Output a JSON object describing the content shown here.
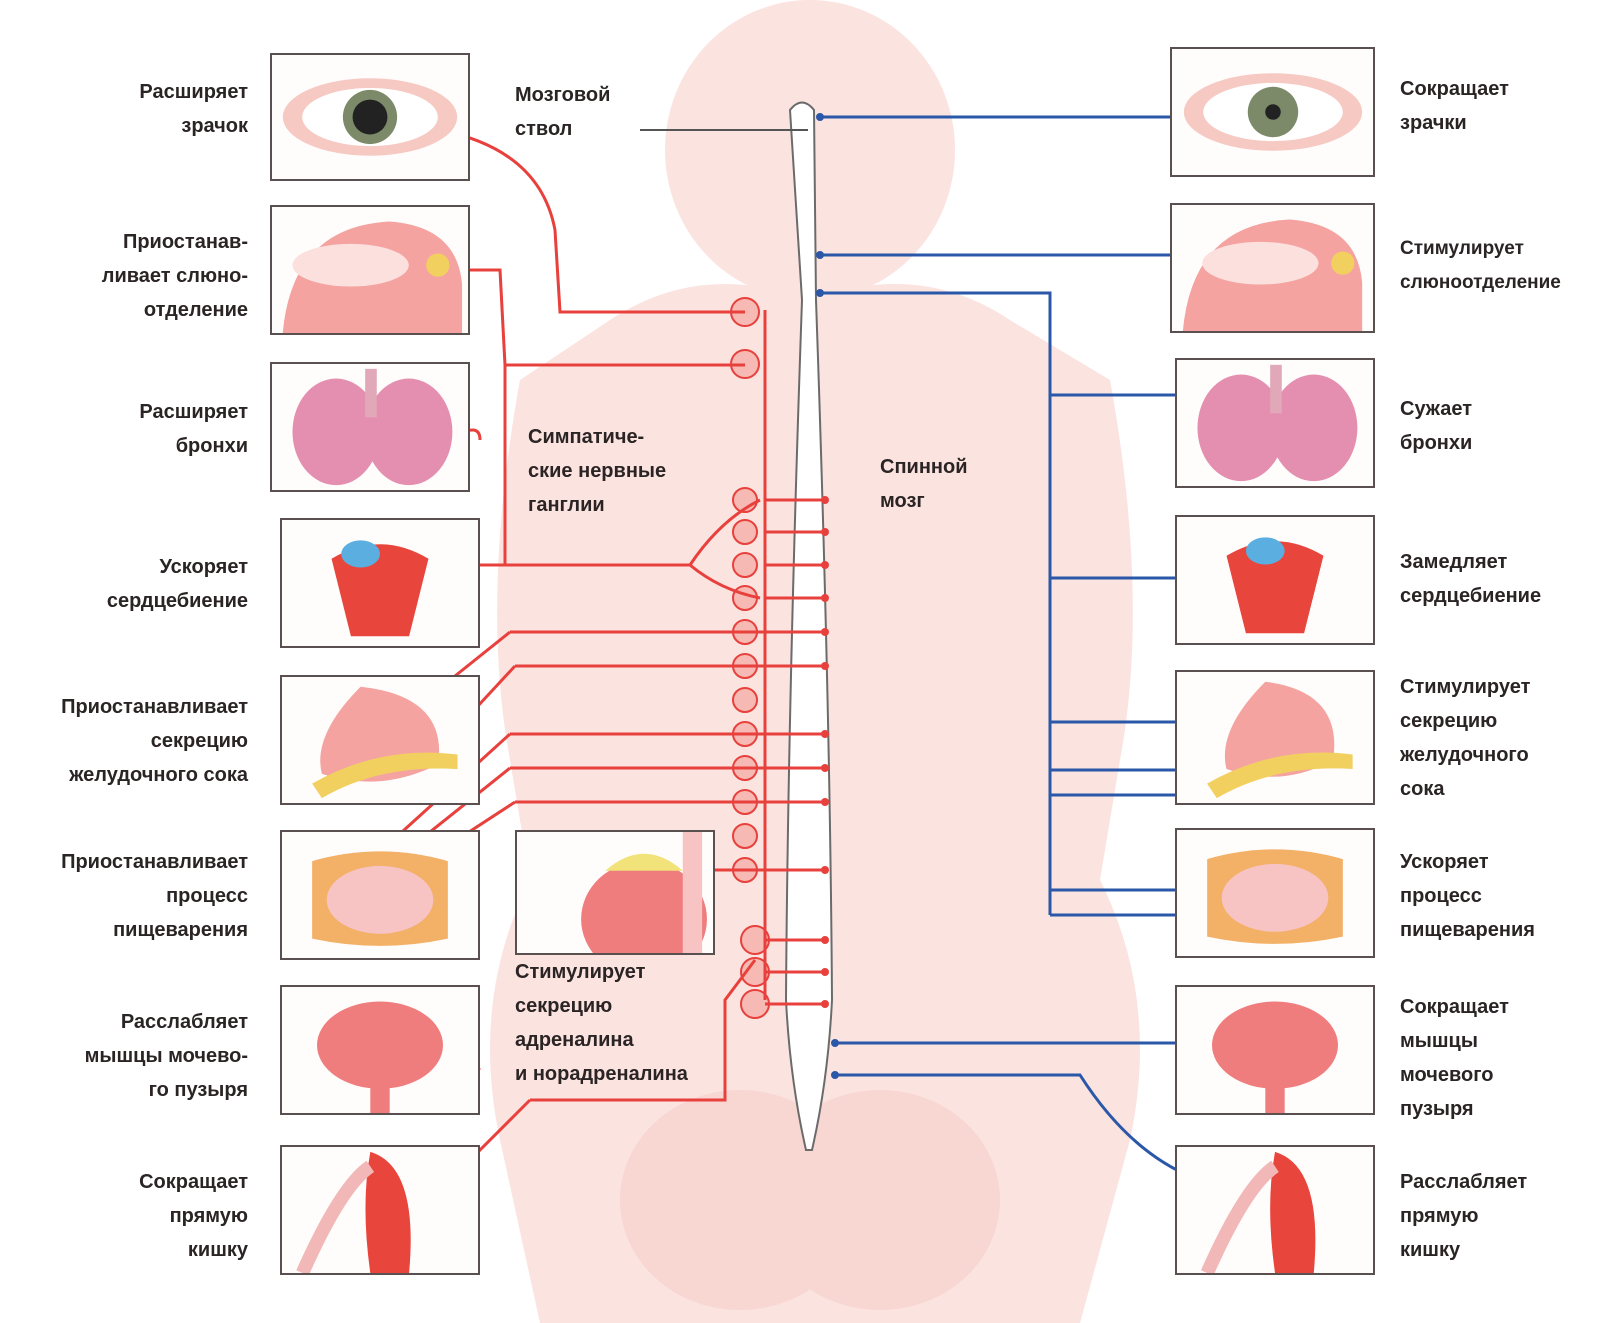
{
  "colors": {
    "sympathetic": "#e8403c",
    "parasympathetic": "#2a57a8",
    "body_silhouette": "#fbe0dd",
    "spinal_cord_outline": "#6b6b6b"
  },
  "center": {
    "brainstem_label": "Мозговой\nствол",
    "ganglia_label": "Симпатиче-\nские нервные\nганглии",
    "spinal_cord_label": "Спинной\nмозг",
    "adrenal_label": "Стимулирует\nсекрецию\nадреналина\nи норадреналина"
  },
  "left_labels": [
    {
      "organ": "eye",
      "text": "Расширяет\nзрачок"
    },
    {
      "organ": "salivary-glands",
      "text": "Приостанав-\nливает слюно-\nотделение"
    },
    {
      "organ": "lungs",
      "text": "Расширяет\nбронхи"
    },
    {
      "organ": "heart",
      "text": "Ускоряет\nсердцебиение"
    },
    {
      "organ": "stomach",
      "text": "Приостанавливает\nсекрецию\nжелудочного сока"
    },
    {
      "organ": "intestine",
      "text": "Приостанавливает\nпроцесс\nпищеварения"
    },
    {
      "organ": "bladder",
      "text": "Расслабляет\nмышцы мочево-\nго пузыря"
    },
    {
      "organ": "rectum",
      "text": "Сокращает\nпрямую\nкишку"
    }
  ],
  "right_labels": [
    {
      "organ": "eye",
      "text": "Сокращает\nзрачки"
    },
    {
      "organ": "salivary-glands",
      "text": "Стимулирует\nслюноотделение"
    },
    {
      "organ": "lungs",
      "text": "Сужает\nбронхи"
    },
    {
      "organ": "heart",
      "text": "Замедляет\nсердцебиение"
    },
    {
      "organ": "stomach",
      "text": "Стимулирует\nсекрецию\nжелудочного\nсока"
    },
    {
      "organ": "intestine",
      "text": "Ускоряет\nпроцесс\nпищеварения"
    },
    {
      "organ": "bladder",
      "text": "Сокращает\nмышцы\nмочевого\nпузыря"
    },
    {
      "organ": "rectum",
      "text": "Расслабляет\nпрямую\nкишку"
    }
  ]
}
